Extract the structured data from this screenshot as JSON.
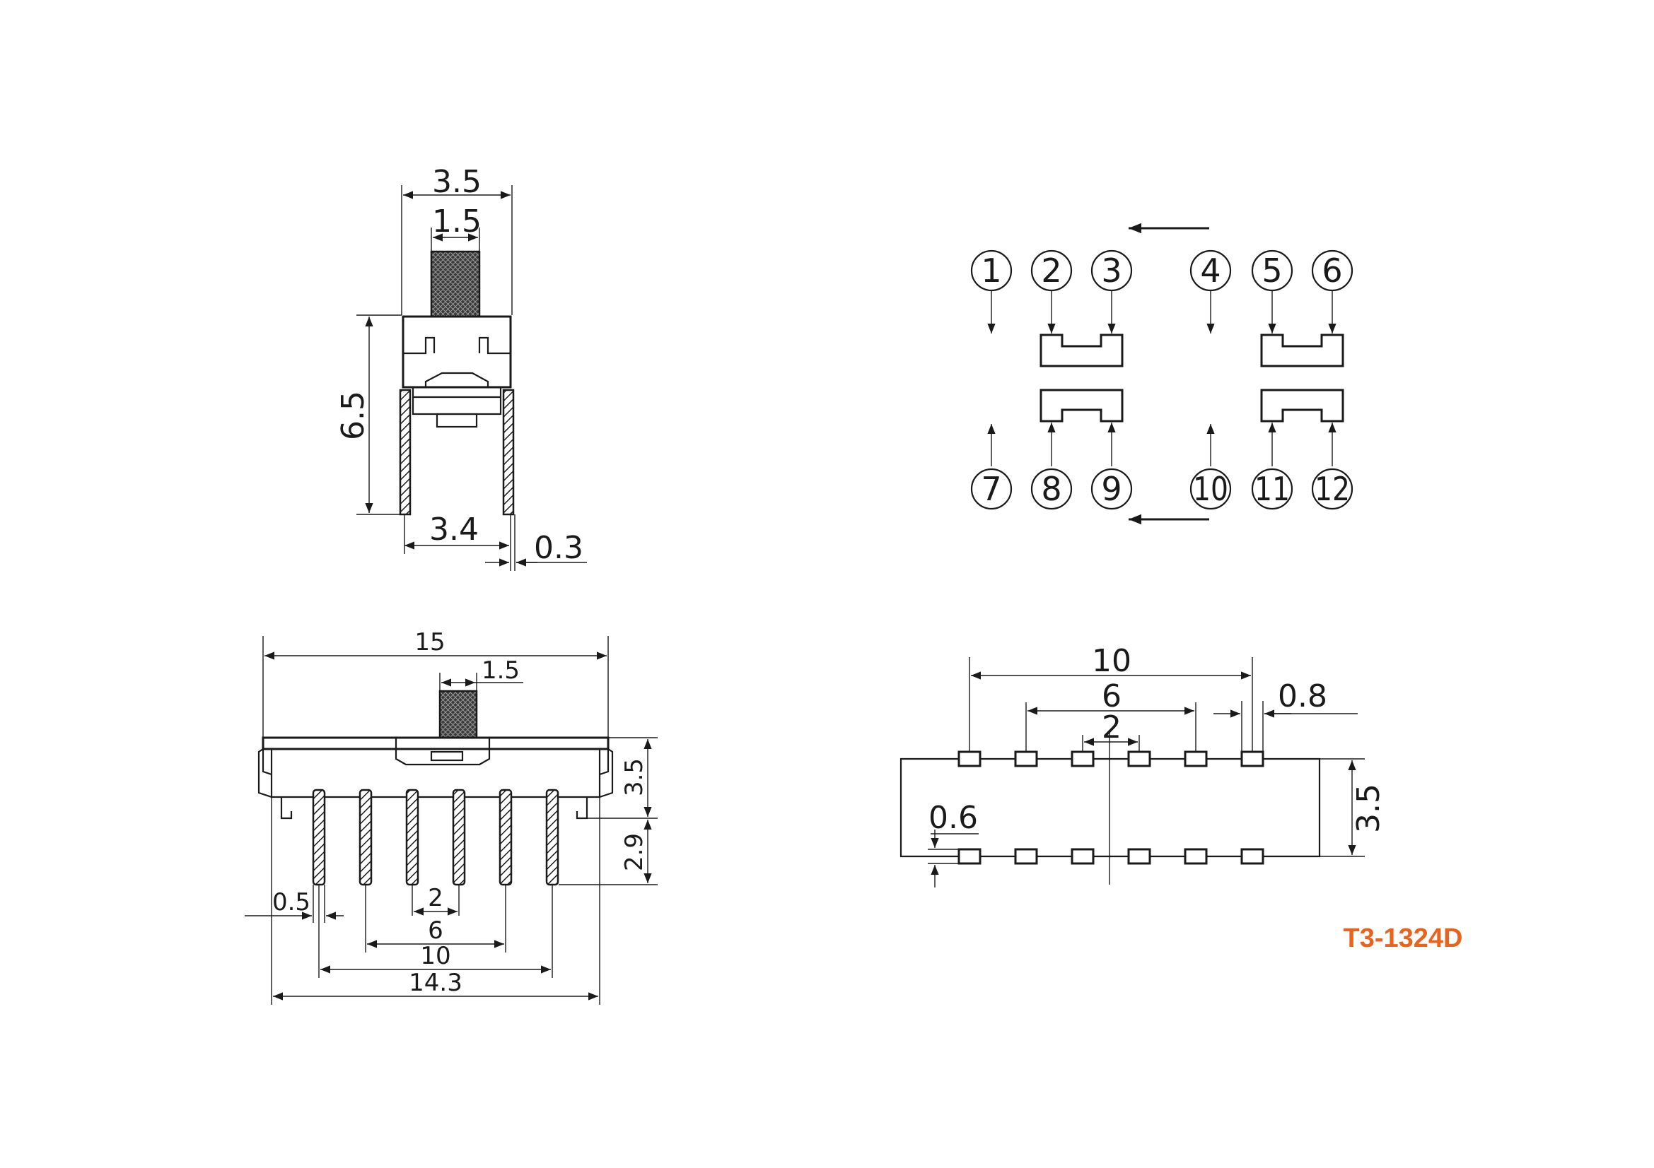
{
  "model_code": "T3-1324D",
  "colors": {
    "model_code": "#e8641e",
    "line": "#1a1a1a",
    "background": "#ffffff"
  },
  "side_view": {
    "width_top": "3.5",
    "knob_width": "1.5",
    "height": "6.5",
    "pin_spacing": "3.4",
    "pin_thickness": "0.3"
  },
  "pin_diagram": {
    "top_pins": [
      "1",
      "2",
      "3",
      "4",
      "5",
      "6"
    ],
    "bottom_pins": [
      "7",
      "8",
      "9",
      "10",
      "11",
      "12"
    ]
  },
  "front_view": {
    "overall_length": "15",
    "knob_width": "1.5",
    "body_height": "3.5",
    "pin_length": "2.9",
    "pin_width": "0.5",
    "pin_pitch": "2",
    "span_inner": "6",
    "span_outer": "10",
    "base_length": "14.3"
  },
  "footprint": {
    "span_outer": "10",
    "span_inner": "6",
    "pitch": "2",
    "pad_width": "0.8",
    "pad_height": "0.6",
    "row_spacing": "3.5"
  }
}
